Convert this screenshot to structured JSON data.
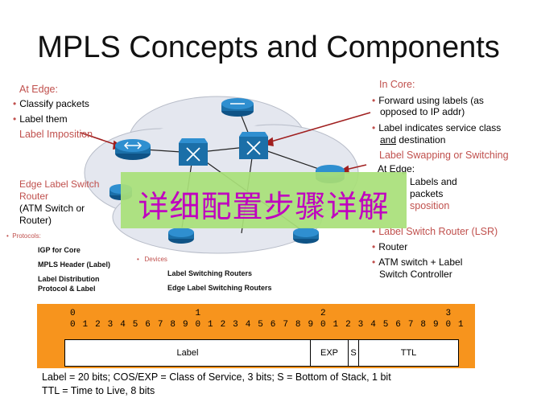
{
  "title": "MPLS Concepts and Components",
  "edge": {
    "heading": "At Edge:",
    "items": [
      "Classify packets",
      "Label them"
    ],
    "sub": "Label Imposition"
  },
  "core": {
    "heading": "In Core:",
    "item1_line1": "Forward using labels (as",
    "item1_line2": "opposed to IP addr)",
    "item2_line1": "Label indicates service class",
    "item2_and": "and",
    "item2_line2_rest": " destination",
    "sub": "Label Swapping or Switching"
  },
  "egress": {
    "heading": "At Edge:",
    "line1": "Labels and",
    "line2": "packets",
    "line3": "sposition"
  },
  "elsr": {
    "line1": "Edge Label Switch",
    "line2": "Router",
    "line3": "(ATM Switch or",
    "line4": "Router)"
  },
  "lsr": {
    "heading": "Label Switch Router (LSR)",
    "items": [
      "Router",
      "ATM switch + Label"
    ],
    "item_cont": "Switch Controller"
  },
  "protocols": {
    "heading": "Protocols:",
    "items": [
      "IGP for Core",
      "MPLS Header (Label)",
      "Label Distribution",
      "Protocol & Label"
    ]
  },
  "devices": {
    "heading": "Devices",
    "items": [
      "Label Switching Routers",
      "Edge Label Switching Routers"
    ]
  },
  "overlay_text": "详细配置步骤详解",
  "header": {
    "bits_row1": [
      "0",
      "1",
      "2",
      "3"
    ],
    "bits_row2": [
      "0",
      "1",
      "2",
      "3",
      "4",
      "5",
      "6",
      "7",
      "8",
      "9",
      "0",
      "1",
      "2",
      "3",
      "4",
      "5",
      "6",
      "7",
      "8",
      "9",
      "0",
      "1",
      "2",
      "3",
      "4",
      "5",
      "6",
      "7",
      "8",
      "9",
      "0",
      "1"
    ],
    "fields": [
      {
        "name": "Label",
        "bits": 20
      },
      {
        "name": "EXP",
        "bits": 3
      },
      {
        "name": "S",
        "bits": 1
      },
      {
        "name": "TTL",
        "bits": 8
      }
    ]
  },
  "notes": [
    "Label = 20 bits; COS/EXP = Class of Service, 3 bits; S = Bottom of Stack, 1 bit",
    "TTL = Time  to Live, 8 bits"
  ],
  "colors": {
    "accent": "#c0504d",
    "router": "#1b6fa8",
    "cloud": "#e4e7ef",
    "header_band": "#f7941d",
    "overlay": "#a9e07a",
    "overlay_text": "#c000c0"
  }
}
